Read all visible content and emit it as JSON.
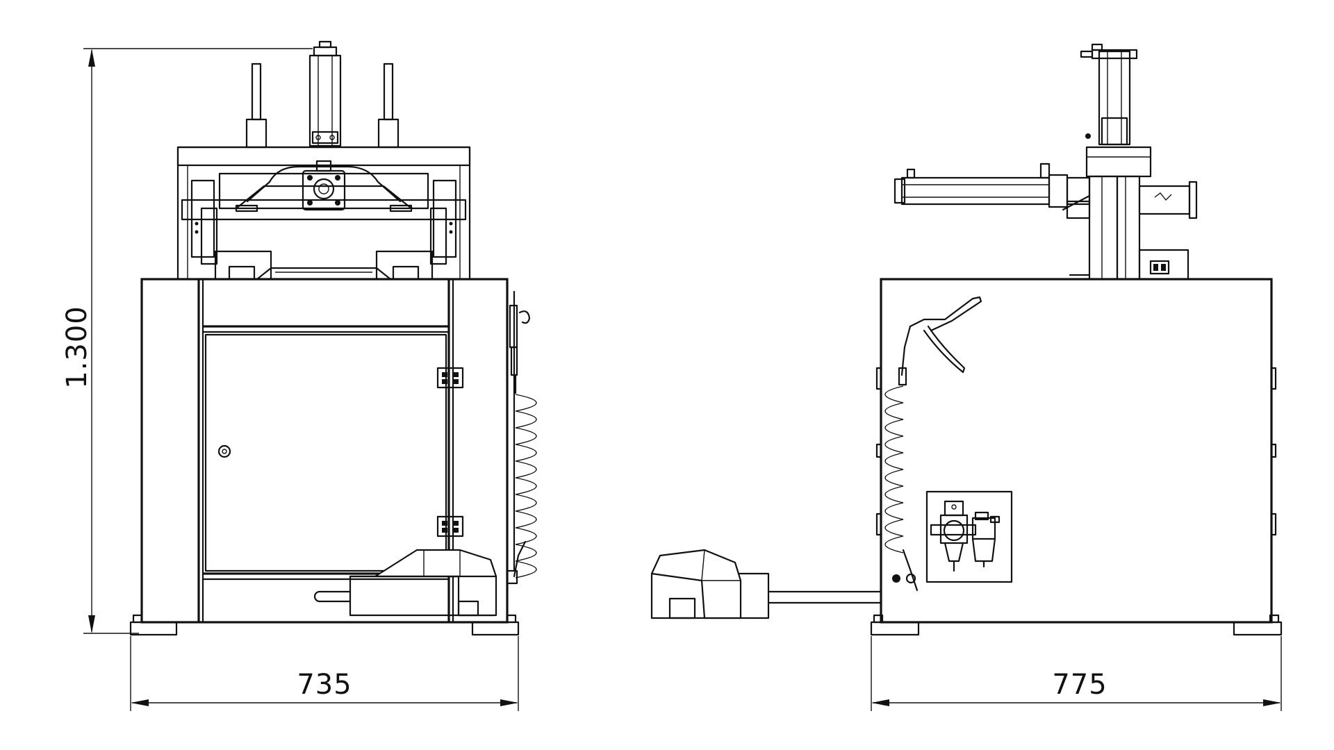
{
  "dimensions": {
    "height": "1.300",
    "front_width": "735",
    "side_width": "775"
  }
}
